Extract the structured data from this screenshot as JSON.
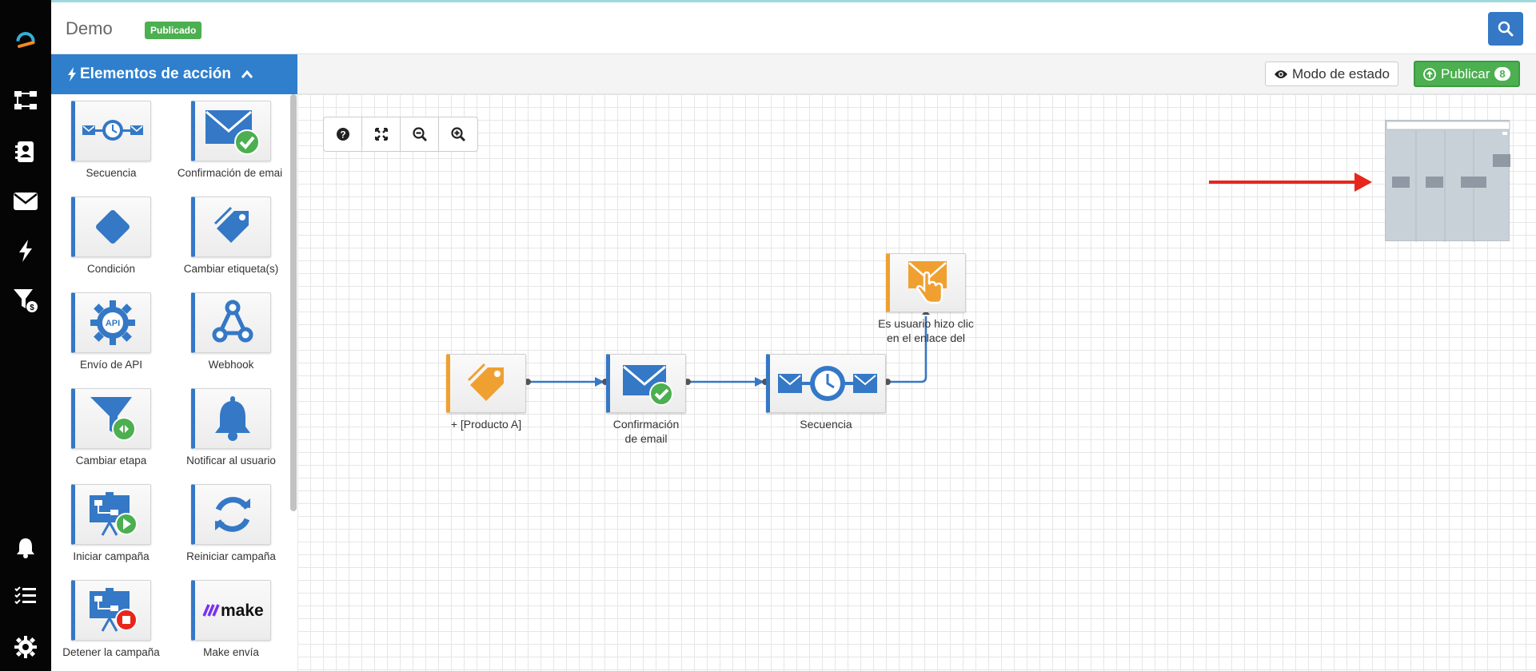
{
  "header": {
    "title": "Demo",
    "status": "Publicado"
  },
  "rail": {
    "icons": [
      "logo-icon",
      "flow-icon",
      "contacts-icon",
      "email-icon",
      "bolt-icon",
      "funnel-icon",
      "bell-icon",
      "checklist-icon",
      "gear-icon"
    ]
  },
  "panel": {
    "title": "Elementos de acción",
    "items": [
      {
        "label": "Secuencia",
        "icon": "sequence-icon"
      },
      {
        "label": "Confirmación de email",
        "icon": "email-confirm-icon"
      },
      {
        "label": "Condición",
        "icon": "diamond-icon"
      },
      {
        "label": "Cambiar etiqueta(s)",
        "icon": "tag-icon"
      },
      {
        "label": "Envío de API",
        "icon": "api-gear-icon"
      },
      {
        "label": "Webhook",
        "icon": "webhook-icon"
      },
      {
        "label": "Cambiar etapa",
        "icon": "funnel-switch-icon"
      },
      {
        "label": "Notificar al usuario",
        "icon": "bell-icon"
      },
      {
        "label": "Iniciar campaña",
        "icon": "campaign-play-icon"
      },
      {
        "label": "Reiniciar campaña",
        "icon": "refresh-icon"
      },
      {
        "label": "Detener la campaña",
        "icon": "campaign-stop-icon"
      },
      {
        "label": "Make envía",
        "icon": "make-logo"
      }
    ]
  },
  "toolbar": {
    "state_mode_label": "Modo de estado",
    "publish_label": "Publicar",
    "publish_count": "8"
  },
  "canvas": {
    "zoom_buttons": [
      "help-icon",
      "fit-icon",
      "zoom-out-icon",
      "zoom-in-icon"
    ],
    "nodes": [
      {
        "label": "+ [Producto A]",
        "icon": "tag-icon"
      },
      {
        "label": "Confirmación de email",
        "icon": "email-confirm-icon"
      },
      {
        "label": "Secuencia",
        "icon": "sequence-icon"
      },
      {
        "label": "Es usuario hizo clic en el enlace del",
        "icon": "email-click-icon"
      }
    ]
  },
  "colors": {
    "accent": "#3478c6",
    "action": "#f0a030",
    "success": "#4caf50",
    "annotation": "#e8261c"
  }
}
